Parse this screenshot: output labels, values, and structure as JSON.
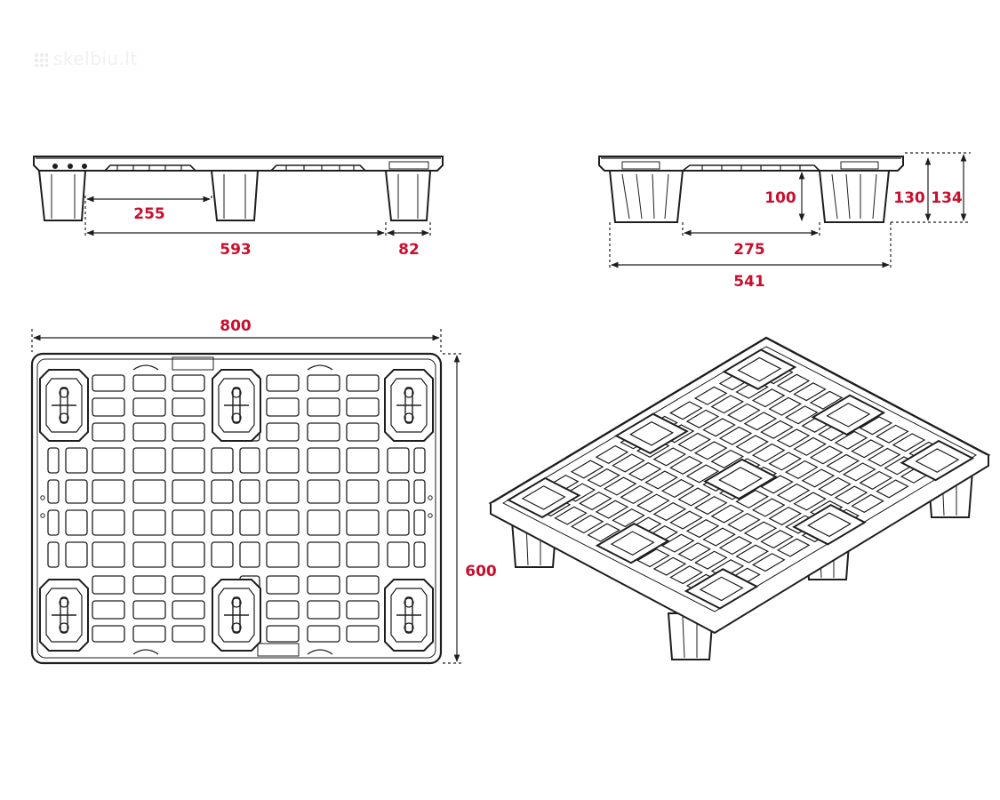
{
  "watermark": {
    "text": "skelbiu.lt",
    "icon": "dots-grid-icon"
  },
  "colors": {
    "dimension": "#c8102e",
    "line": "#1e1e1e",
    "background": "#ffffff"
  },
  "dimensions": {
    "front_inner_span": "255",
    "front_overall_span": "593",
    "front_foot_width": "82",
    "side_foot_height": "100",
    "side_inner_span": "275",
    "side_overall_span": "541",
    "side_height_a": "130",
    "side_height_b": "134",
    "top_width": "800",
    "top_depth": "600"
  }
}
